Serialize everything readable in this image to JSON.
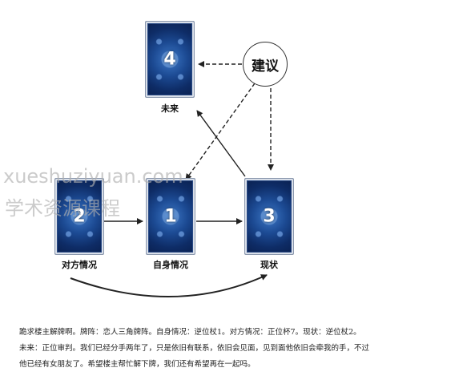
{
  "cards": [
    {
      "id": "future",
      "number": "4",
      "label": "未来"
    },
    {
      "id": "other",
      "number": "2",
      "label": "对方情况"
    },
    {
      "id": "self",
      "number": "1",
      "label": "自身情况"
    },
    {
      "id": "present",
      "number": "3",
      "label": "现状"
    }
  ],
  "advice_label": "建议",
  "watermark": {
    "line1": "xueshuziyuan.com",
    "line2": "学术资源课程"
  },
  "description": {
    "line1": "跪求楼主解牌啊。牌阵：恋人三角牌阵。自身情况：逆位杖1。对方情况：正位杯7。现状：逆位杖2。",
    "line2": "未来：正位审判。我们已经分手两年了，只是依旧有联系，依旧会见面，见到面他依旧会牵我的手，不过",
    "line3": "他已经有女朋友了。希望楼主帮忙解下牌，我们还有希望再在一起吗。"
  },
  "colors": {
    "card_dark": "#0e2c66",
    "card_light": "#3d78c6",
    "arrow": "#222222"
  }
}
